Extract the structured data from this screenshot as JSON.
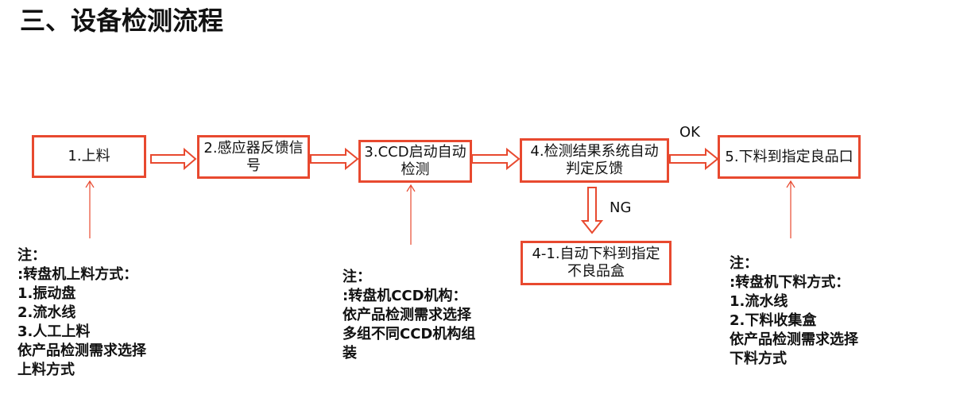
{
  "title": "三、设备检测流程",
  "steps": {
    "s1": "1.上料",
    "s2": "2.感应器反馈信号",
    "s3": "3.CCD启动自动 检测",
    "s4": "4.检测结果系统自动判定反馈",
    "s5": "5.下料到指定良品口",
    "s41": "4-1.自动下料到指定不良品盒"
  },
  "labels": {
    "ok": "OK",
    "ng": "NG"
  },
  "notes": {
    "n1": [
      "注：",
      ":转盘机上料方式：",
      "1.振动盘",
      "2.流水线",
      "3.人工上料",
      "依产品检测需求选择",
      "上料方式"
    ],
    "n3": [
      "注：",
      ":转盘机CCD机构：",
      "依产品检测需求选择",
      "多组不同CCD机构组",
      "装"
    ],
    "n5": [
      "注：",
      ":转盘机下料方式：",
      "1.流水线",
      "2.下料收集盒",
      "依产品检测需求选择",
      "下料方式"
    ]
  },
  "colors": {
    "accent": "#e8492f"
  }
}
